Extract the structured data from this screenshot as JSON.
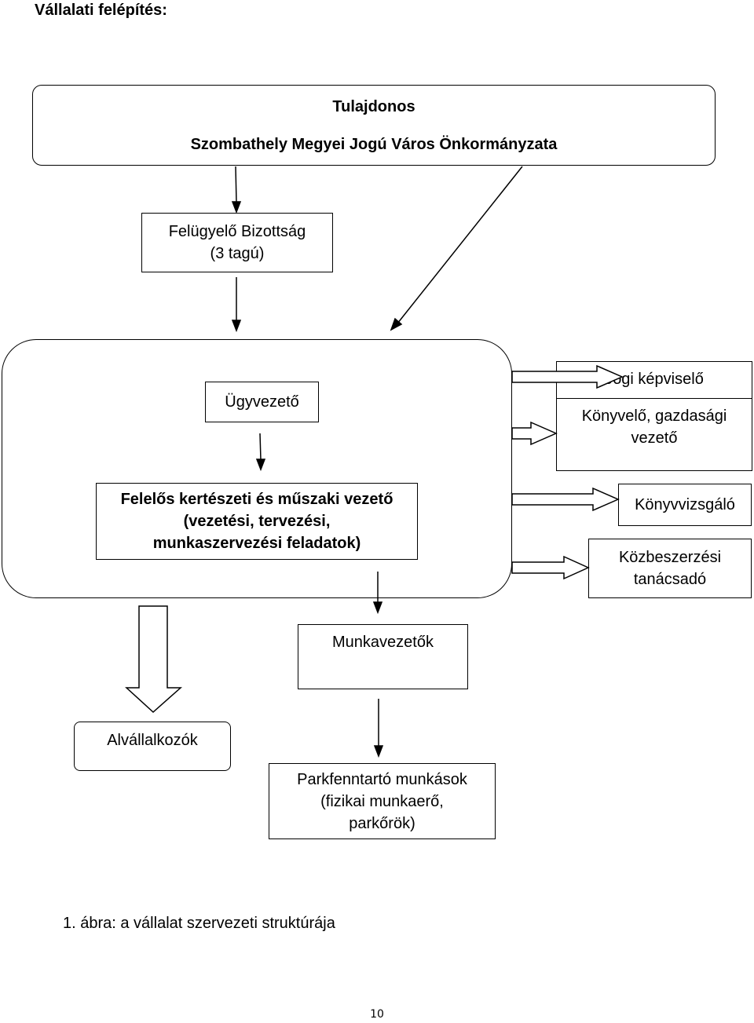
{
  "heading": "Vállalati felépítés:",
  "owner": {
    "line1": "Tulajdonos",
    "line2": "Szombathely Megyei Jogú Város Önkormányzata"
  },
  "supervisory_board": {
    "line1": "Felügyelő Bizottság",
    "line2": "(3 tagú)"
  },
  "managing_director": "Ügyvezető",
  "technical_manager": {
    "line1": "Felelős kertészeti és műszaki vezető",
    "line2": "(vezetési, tervezési,",
    "line3": "munkaszervezési feladatok)"
  },
  "legal_rep": "Jogi képviselő",
  "accountant": {
    "line1": "Könyvelő, gazdasági",
    "line2": "vezető"
  },
  "auditor": "Könyvvizsgáló",
  "procurement": {
    "line1": "Közbeszerzési",
    "line2": "tanácsadó"
  },
  "foremen": "Munkavezetők",
  "subcontractors": "Alvállalkozók",
  "workers": {
    "line1": "Parkfenntartó munkások",
    "line2": "(fizikai munkaerő,",
    "line3": "parkőrök)"
  },
  "caption": "1.  ábra: a vállalat szervezeti struktúrája",
  "page_number": "10"
}
